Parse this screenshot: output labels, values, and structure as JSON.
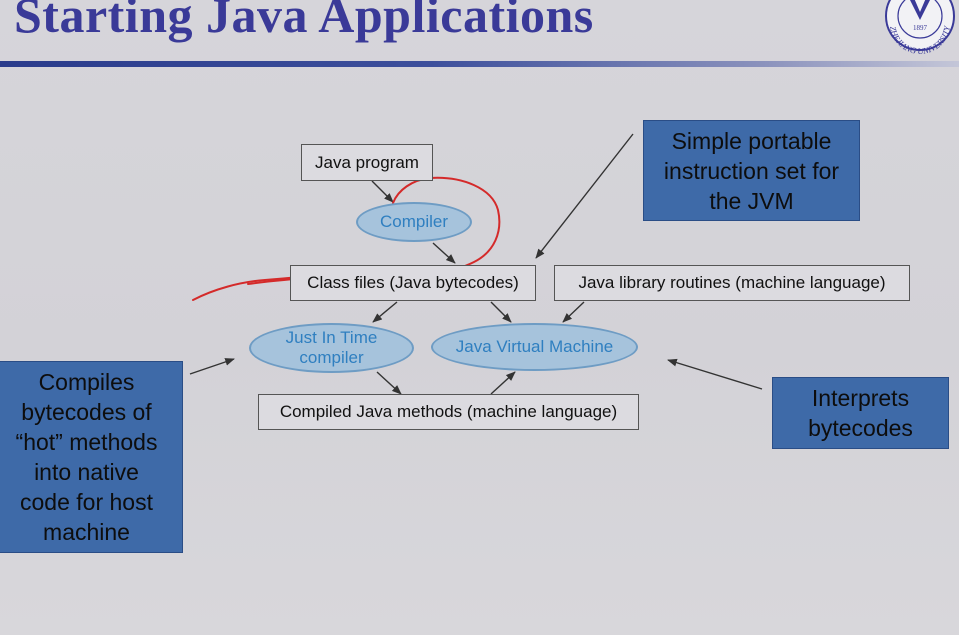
{
  "slide": {
    "title": "Starting Java Applications",
    "logo": {
      "icon": "zhejiang-university-seal-icon",
      "text": "ZHEJIANG UNIVERSITY",
      "year": "1897"
    }
  },
  "diagram": {
    "java_program": "Java program",
    "compiler": "Compiler",
    "class_files": "Class files (Java bytecodes)",
    "library_routines": "Java library routines (machine language)",
    "jit_line1": "Just In Time",
    "jit_line2": "compiler",
    "jvm": "Java Virtual Machine",
    "compiled_methods": "Compiled Java methods (machine language)"
  },
  "callouts": {
    "instruction_set": [
      "Simple portable",
      "instruction set for",
      "the JVM"
    ],
    "jit_explain": [
      "Compiles",
      "bytecodes of",
      "“hot” methods",
      "into native",
      "code for host",
      "machine"
    ],
    "interpreter": [
      "Interprets",
      "bytecodes"
    ]
  },
  "colors": {
    "title": "#3a3a98",
    "callout_fill": "#3e6aa8",
    "oval_fill": "#a6c3dc",
    "oval_text": "#2f7fc0",
    "annotation_ink": "#d42a2a"
  }
}
